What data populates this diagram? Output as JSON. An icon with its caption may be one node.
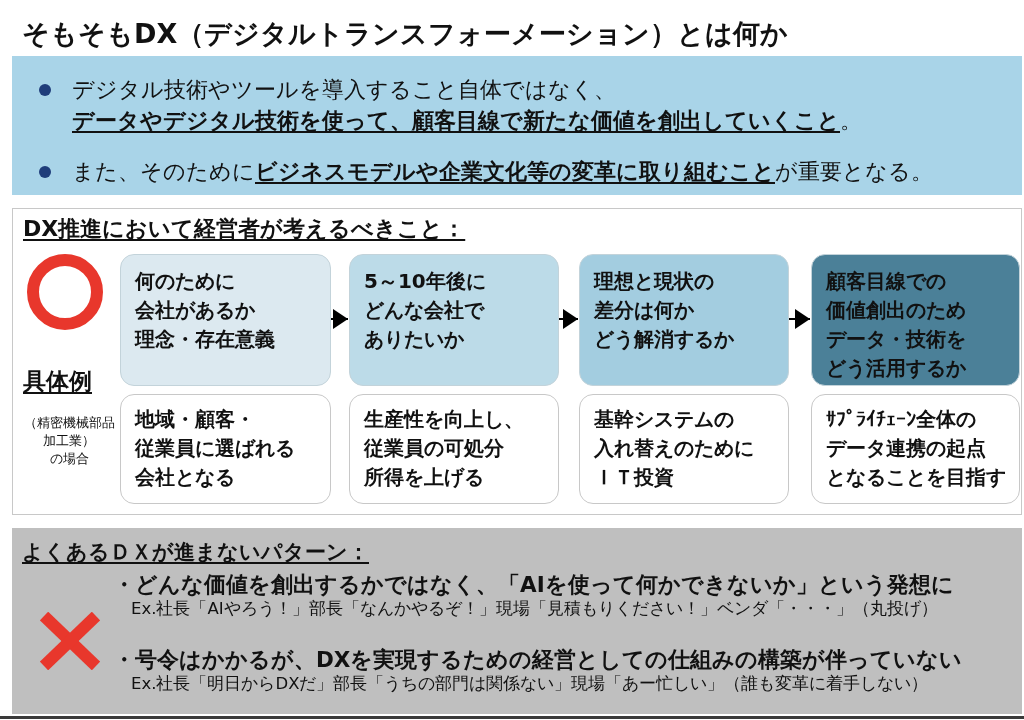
{
  "diagram": {
    "title": "そもそもDX（デジタルトランスフォーメーション）とは何か",
    "nodes": [
      {
        "text": [
          "デジタル技術やツールを導入すること自体ではなく、**データやデジタル技術を使って、顧客目線で新たな価値を創出していくこと**。",
          "また、そのために**ビジネスモデルや企業文化等の変革に取り組むこと**が重要となる。"
        ]
      },
      {
        "text": [
          "DX推進において経営者が考えるべきこと：",
          "具体例",
          "（精密機械部品加工業）の場合"
        ]
      },
      {
        "text": [
          "何のために会社があるか理念・存在意義"
        ],
        "in": 1
      },
      {
        "text": [
          "5～10年後にどんな会社でありたいか"
        ],
        "in": 1
      },
      {
        "text": [
          "理想と現状の差分は何かどう解消するか"
        ],
        "in": 1
      },
      {
        "text": [
          "顧客目線での価値創出のためデータ・技術をどう活用するか"
        ],
        "in": 1
      },
      {
        "text": [
          "地域・顧客・従業員に選ばれる会社となる"
        ],
        "in": 1
      },
      {
        "text": [
          "生産性を向上し、従業員の可処分所得を上げる"
        ],
        "in": 1
      },
      {
        "text": [
          "基幹システムの入れ替えのためにＩＴ投資"
        ],
        "in": 1
      },
      {
        "text": [
          "ｻﾌﾟﾗｲﾁｪｰﾝ全体のデータ連携の起点となることを目指す"
        ],
        "in": 1
      },
      {
        "text": [
          "よくあるＤＸが進まないパターン：",
          "・どんな価値を創出するかではなく、「AIを使って何かできないか」という発想に",
          "Ex.社長「AIやろう！」部長「なんかやるぞ！」現場「見積もりください！」ベンダ「・・・」（丸投げ）",
          "・号令はかかるが、DXを実現するための経営としての仕組みの構築が伴っていない",
          "Ex.社長「明日からDXだ」部長「うちの部門は関係ない」現場「あー忙しい」（誰も変革に着手しない）"
        ]
      }
    ],
    "edges": [
      {
        "from": 2,
        "to": 3,
        "arrow": "to"
      },
      {
        "from": 3,
        "to": 4,
        "arrow": "to"
      },
      {
        "from": 4,
        "to": 5,
        "arrow": "to"
      }
    ]
  }
}
